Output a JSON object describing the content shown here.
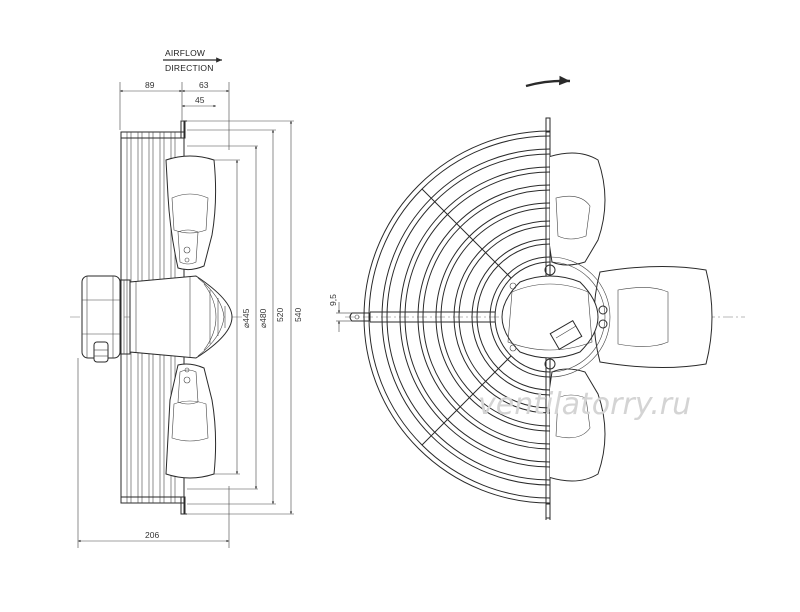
{
  "airflow": {
    "line1": "AIRFLOW",
    "line2": "DIRECTION"
  },
  "dimensions": {
    "d89": "89",
    "d63": "63",
    "d45": "45",
    "d206": "206",
    "d445": "⌀445",
    "d480": "⌀480",
    "d520": "520",
    "d540": "540",
    "d95": "9,5"
  },
  "watermark": "ventilatorry.ru"
}
